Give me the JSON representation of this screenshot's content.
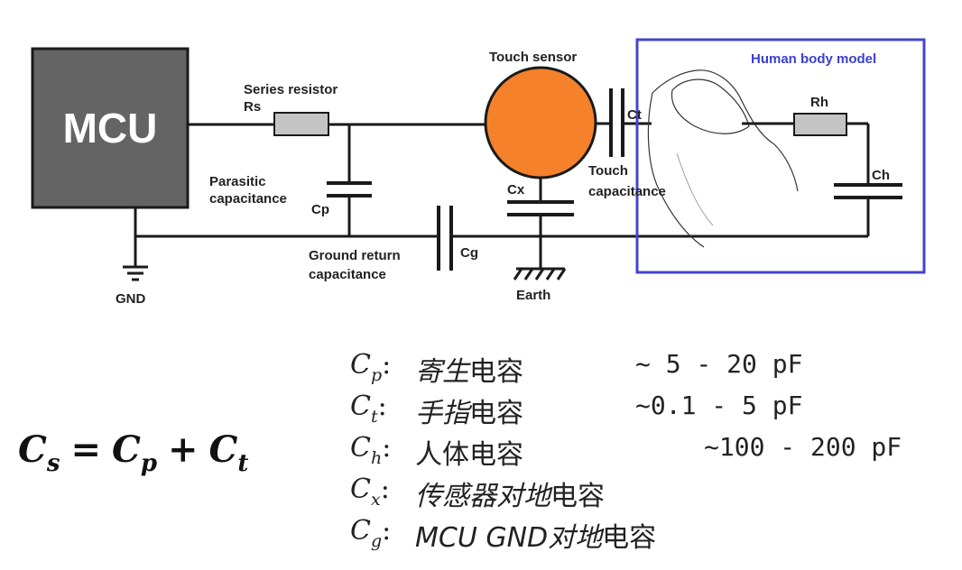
{
  "diagram": {
    "mcu_label": "MCU",
    "series_resistor_label": "Series resistor",
    "rs_label": "Rs",
    "parasitic_label_1": "Parasitic",
    "parasitic_label_2": "capacitance",
    "cp_label": "Cp",
    "touch_sensor_label": "Touch sensor",
    "cx_label": "Cx",
    "ct_label": "Ct",
    "touch_cap_label_1": "Touch",
    "touch_cap_label_2": "capacitance",
    "human_body_title": "Human body model",
    "rh_label": "Rh",
    "ch_label": "Ch",
    "ground_return_label_1": "Ground return",
    "ground_return_label_2": "capacitance",
    "cg_label": "Cg",
    "gnd_label": "GND",
    "earth_label": "Earth",
    "colors": {
      "mcu_fill": "#646464",
      "sensor_fill": "#f5822a",
      "resistor_fill": "#c4c4c4",
      "human_box_border": "#4444cc"
    }
  },
  "formula": {
    "lhs_base": "C",
    "lhs_sub": "s",
    "equals": "=",
    "term1_base": "C",
    "term1_sub": "p",
    "plus": "+",
    "term2_base": "C",
    "term2_sub": "t"
  },
  "legend": [
    {
      "sym": "C",
      "sub": "p",
      "sep": ":",
      "desc_italic": "寄生",
      "desc_normal": "电容",
      "range": "~ 5   -  20 pF"
    },
    {
      "sym": "C",
      "sub": "t",
      "sep": ":",
      "desc_italic": "手指",
      "desc_normal": "电容",
      "range": "~0.1  -  5   pF"
    },
    {
      "sym": "C",
      "sub": "h",
      "sep": ":",
      "desc_italic": "",
      "desc_normal": "人体电容",
      "range": "~100  -  200 pF"
    },
    {
      "sym": "C",
      "sub": "x",
      "sep": ":",
      "desc_italic": "传感器对地",
      "desc_normal": "电容",
      "range": ""
    },
    {
      "sym": "C",
      "sub": "g",
      "sep": ":",
      "desc_italic": "MCU GND对地",
      "desc_normal": "电容",
      "range": ""
    }
  ]
}
